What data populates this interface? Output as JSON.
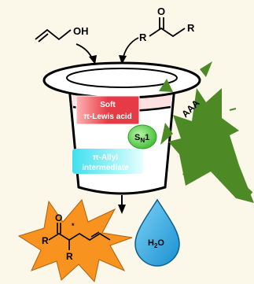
{
  "reactants": {
    "allyl_alcohol": {
      "group_label": "OH"
    },
    "ketone": {
      "oxygen": "O",
      "r_left": "R",
      "r_right": "R"
    }
  },
  "hat_labels": {
    "soft_lewis_acid": {
      "line1": "Soft",
      "line2": "π-Lewis acid"
    },
    "sn1": {
      "main": "S",
      "sub": "N",
      "tail": "1"
    },
    "pi_allyl": {
      "line1": "π-Allyl",
      "line2": "intermediate"
    }
  },
  "burst_label": "AAA",
  "product": {
    "oxygen": "O",
    "r1": "R",
    "r2": "R",
    "stereo_mark": "*"
  },
  "water": {
    "main": "H",
    "sub": "2",
    "tail": "O"
  },
  "colors": {
    "hat_band": "#fde0e0",
    "lewis_acid_box": "#e63b46",
    "sn1_circle": "#5bd64b",
    "pi_allyl_box": "#3fe0ee",
    "burst": "#4d8a26",
    "product_star": "#f7931e",
    "water_drop": "#29a9e1"
  }
}
